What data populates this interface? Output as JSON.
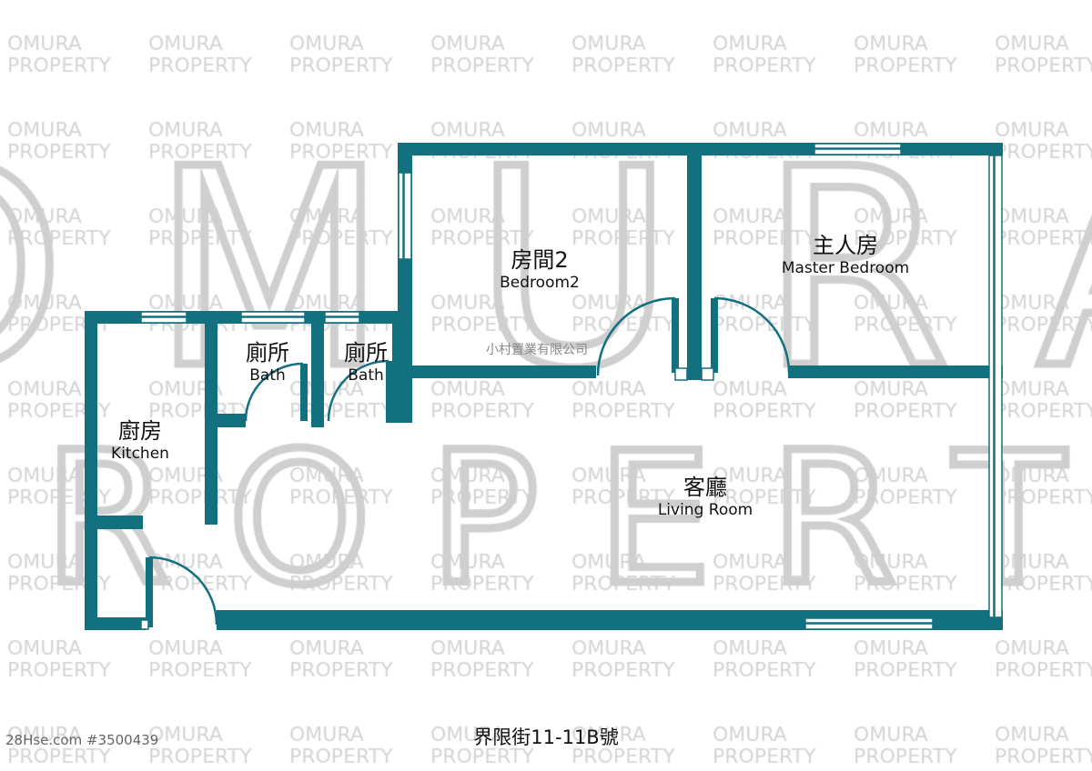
{
  "watermark": {
    "line1": "OMURA",
    "line2": "PROPERTY",
    "color": "#d4d4d4"
  },
  "colors": {
    "wall": "#13707f",
    "window": "#ffffff"
  },
  "rooms": {
    "bedroom2": {
      "zh": "房間2",
      "en": "Bedroom2"
    },
    "master": {
      "zh": "主人房",
      "en": "Master Bedroom"
    },
    "bath1": {
      "zh": "廁所",
      "en": "Bath"
    },
    "bath2": {
      "zh": "廁所",
      "en": "Bath"
    },
    "kitchen": {
      "zh": "廚房",
      "en": "Kitchen"
    },
    "living": {
      "zh": "客廳",
      "en": "Living Room"
    }
  },
  "agency_mark": "小村置業有限公司",
  "address": "界限街11-11B號",
  "listing_id": "28Hse.com #3500439"
}
